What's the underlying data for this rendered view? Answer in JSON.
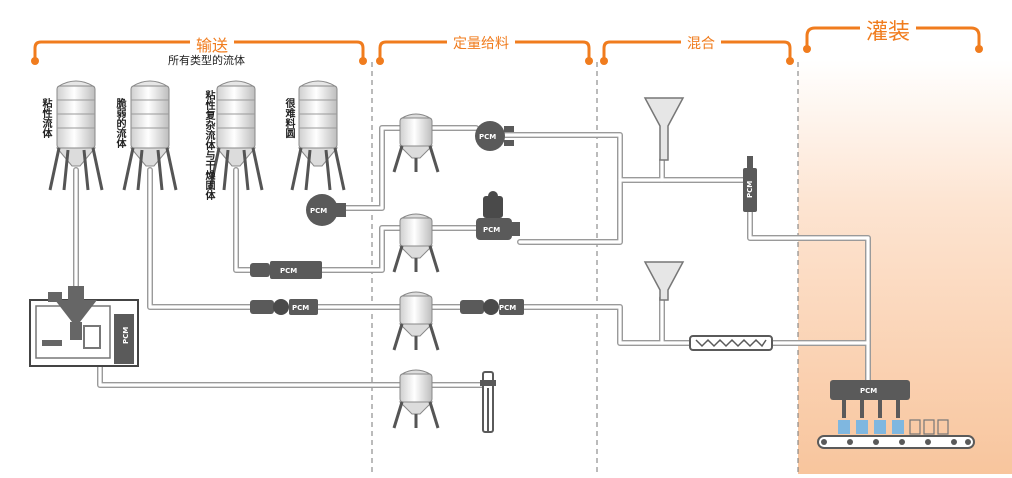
{
  "sections": {
    "conveying": {
      "title": "输送",
      "subtitle": "所有类型的流体"
    },
    "dosing": {
      "title": "定量给料"
    },
    "mixing": {
      "title": "混合"
    },
    "filling": {
      "title": "灌装"
    }
  },
  "tanks": [
    {
      "label": "粘性流体"
    },
    {
      "label": "脆弱的流体"
    },
    {
      "label": "粘性复杂流体与干燥固体"
    },
    {
      "label": "很难料圆"
    }
  ],
  "brand": "PCM",
  "colors": {
    "accent": "#f07c1e",
    "pipe": "#b9b9b9",
    "equipment": "#5a5a5a",
    "fill_zone": "#f6b98a"
  }
}
